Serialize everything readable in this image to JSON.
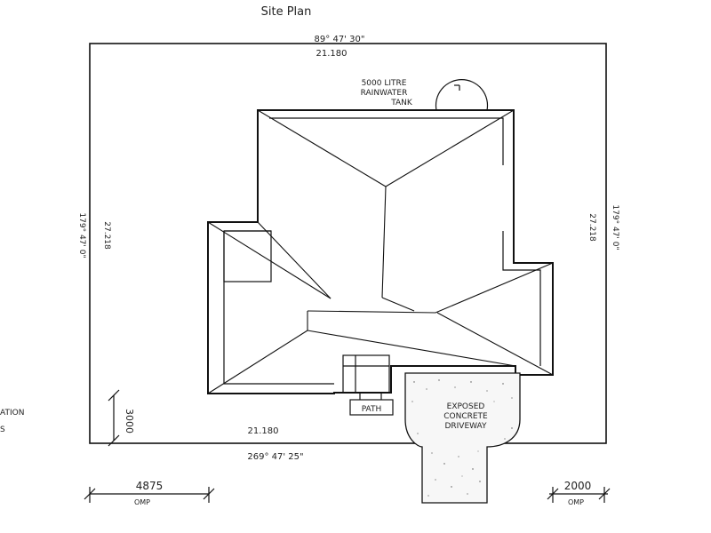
{
  "title": "Site Plan",
  "boundary": {
    "top_bearing": "89° 47' 30\"",
    "top_length": "21.180",
    "bottom_bearing": "269° 47' 25\"",
    "bottom_length": "21.180",
    "left_bearing": "179° 47' 0\"",
    "left_length": "27.218",
    "right_bearing": "179° 47' 0\"",
    "right_length": "27.218"
  },
  "tank_label": [
    "5000 LITRE",
    "RAINWATER",
    "TANK"
  ],
  "path_label": "PATH",
  "driveway_label": [
    "EXPOSED",
    "CONCRETE",
    "DRIVEWAY"
  ],
  "dimensions": {
    "setback_front": "3000",
    "left_offset": "4875",
    "left_offset_note": "OMP",
    "right_offset": "2000",
    "right_offset_note": "OMP"
  },
  "cut_off_text": [
    "ATION",
    "S"
  ]
}
